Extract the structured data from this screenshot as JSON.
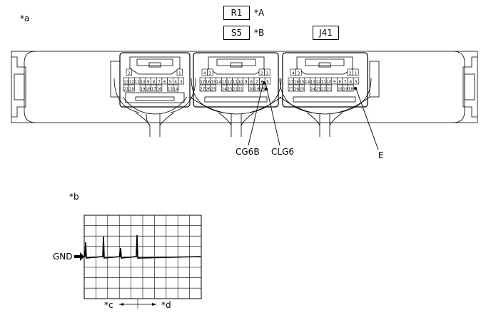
{
  "labels": {
    "view_a": "*a",
    "view_b": "*b",
    "marker_a": "*A",
    "marker_b": "*B",
    "marker_c": "*c",
    "marker_d": "*d"
  },
  "connectors": {
    "r1": "R1",
    "s5": "S5",
    "j41": "J41"
  },
  "pins": {
    "cg6b": "CG6B",
    "clg6": "CLG6",
    "e": "E"
  },
  "waveform": {
    "gnd_label": "GND"
  },
  "connector_left": {
    "top_left": "2",
    "top_right": "1",
    "row1": [
      "13",
      "12",
      "11",
      "10",
      "9",
      "8",
      "7",
      "6",
      "5",
      "4",
      "3"
    ],
    "row2": [
      "21",
      "20",
      "",
      "19",
      "18",
      "17",
      "16",
      "",
      "15",
      "14"
    ]
  },
  "connector_mid": {
    "top_left": [
      "4",
      "3"
    ],
    "top_right": [
      "2",
      "1"
    ],
    "row1": [
      "17",
      "16",
      "15",
      "14",
      "13",
      "12",
      "11",
      "10",
      "9",
      "8",
      "7",
      "6",
      "5"
    ],
    "row2": [
      "27",
      "26",
      "25",
      "",
      "24",
      "23",
      "22",
      "21",
      "",
      "20",
      "19",
      "18"
    ]
  },
  "connector_right": {
    "top_left": [
      "4",
      "3"
    ],
    "top_right": [
      "2",
      "1"
    ],
    "row1": [
      "17",
      "16",
      "15",
      "14",
      "13",
      "12",
      "11",
      "10",
      "9",
      "8",
      "7",
      "6",
      "5"
    ],
    "row2": [
      "27",
      "26",
      "25",
      "",
      "24",
      "23",
      "22",
      "21",
      "",
      "20",
      "19",
      "18"
    ]
  }
}
